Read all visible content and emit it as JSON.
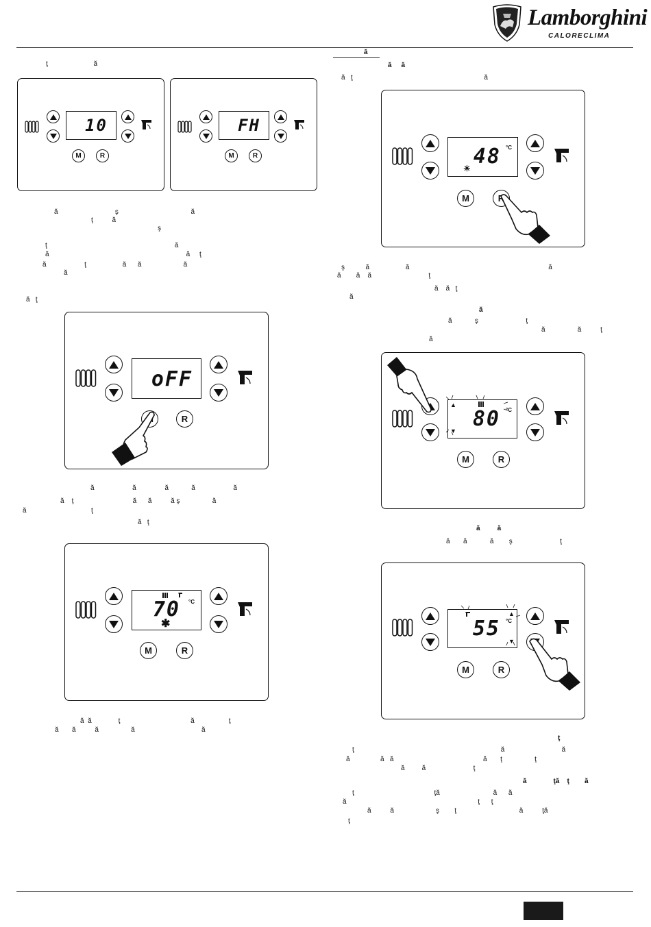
{
  "brand": {
    "name": "Lamborghini",
    "subtitle": "CALORECLIMA"
  },
  "panels": {
    "p1": {
      "display": "10",
      "buttons": [
        "M",
        "R"
      ]
    },
    "p2": {
      "display": "FH",
      "buttons": [
        "M",
        "R"
      ]
    },
    "p3": {
      "display": "oFF",
      "buttons": [
        "M",
        "R"
      ]
    },
    "p4": {
      "display": "70",
      "unit": "°C",
      "buttons": [
        "M",
        "R"
      ]
    },
    "p5": {
      "display": "48",
      "unit": "°C",
      "buttons": [
        "M",
        "R"
      ]
    },
    "p6": {
      "display": "80",
      "unit": "°C",
      "buttons": [
        "M",
        "R"
      ]
    },
    "p7": {
      "display": "55",
      "unit": "°C",
      "buttons": [
        "M",
        "R"
      ]
    }
  }
}
